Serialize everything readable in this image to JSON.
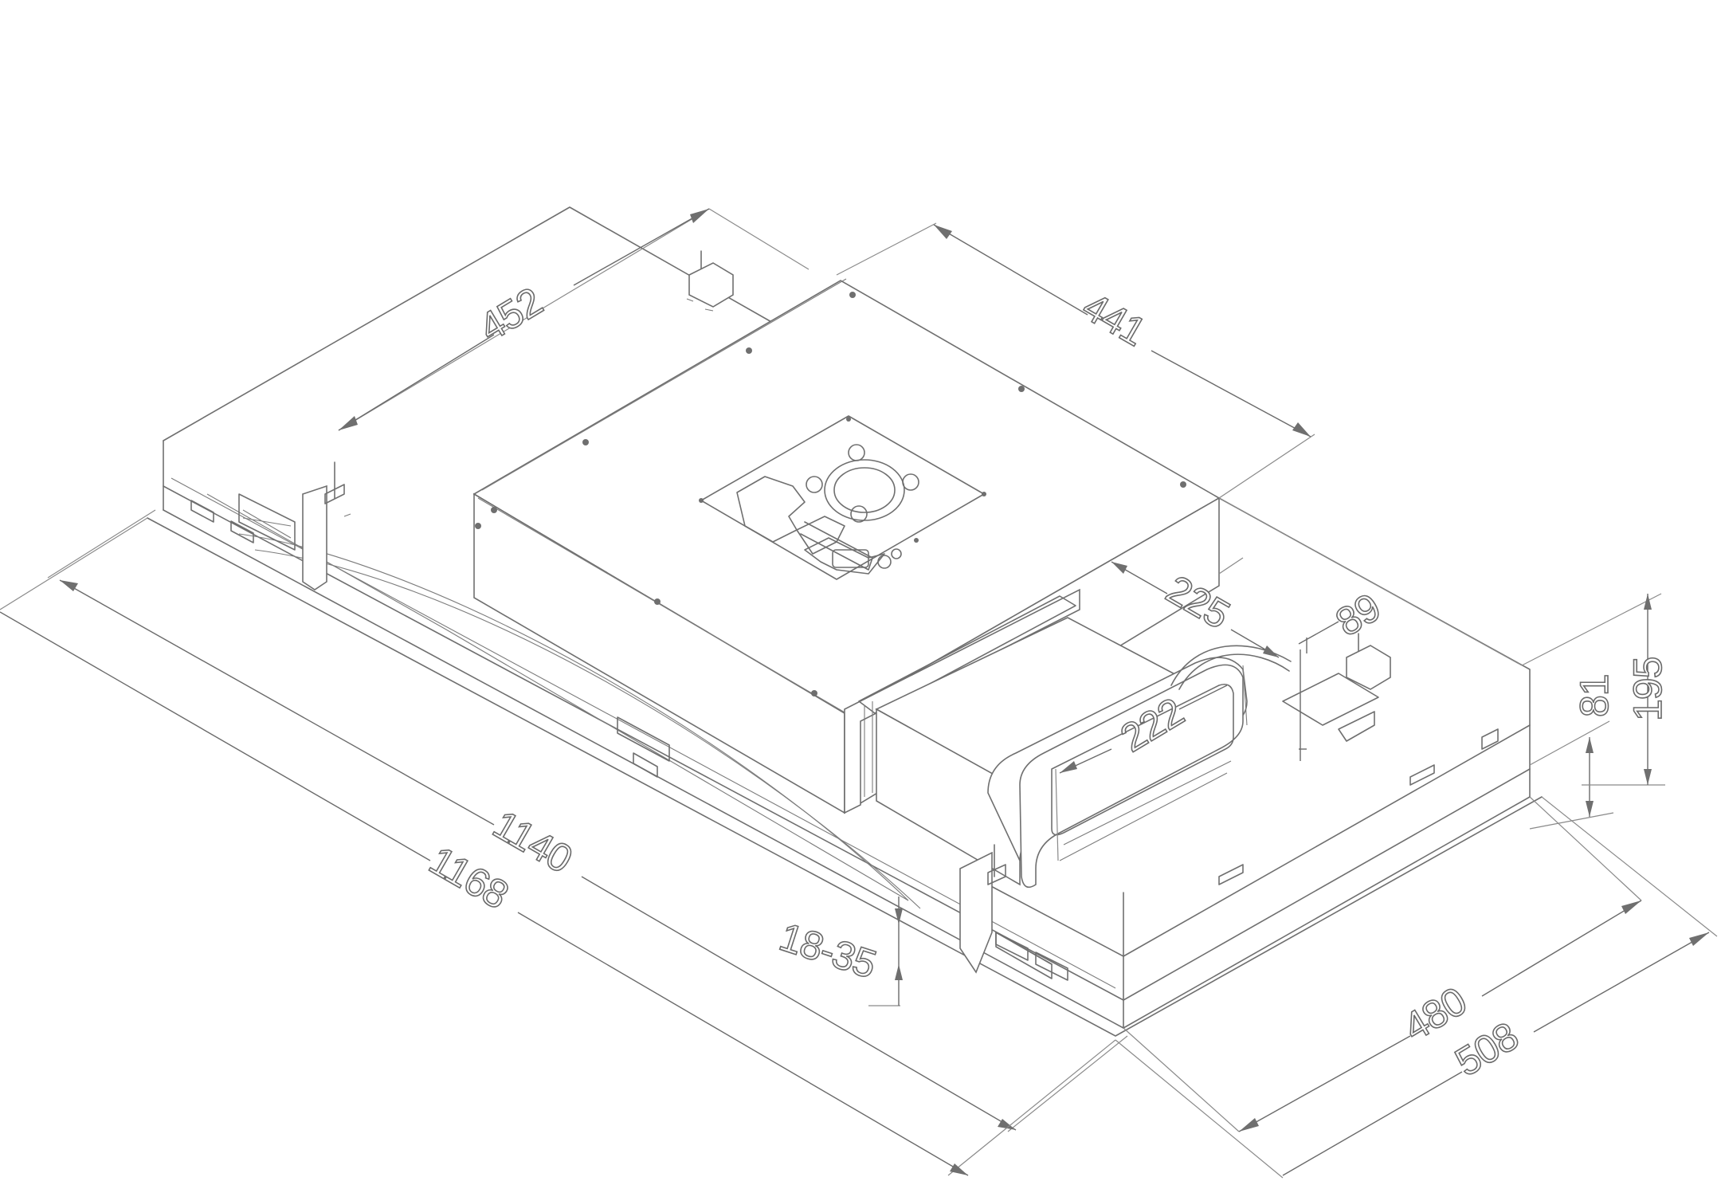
{
  "dimensions": {
    "d452": "452",
    "d441": "441",
    "d225": "225",
    "d89": "89",
    "d222": "222",
    "d81": "81",
    "d195": "195",
    "d1140": "1140",
    "d1168": "1168",
    "d18_35": "18-35",
    "d480": "480",
    "d508": "508"
  }
}
